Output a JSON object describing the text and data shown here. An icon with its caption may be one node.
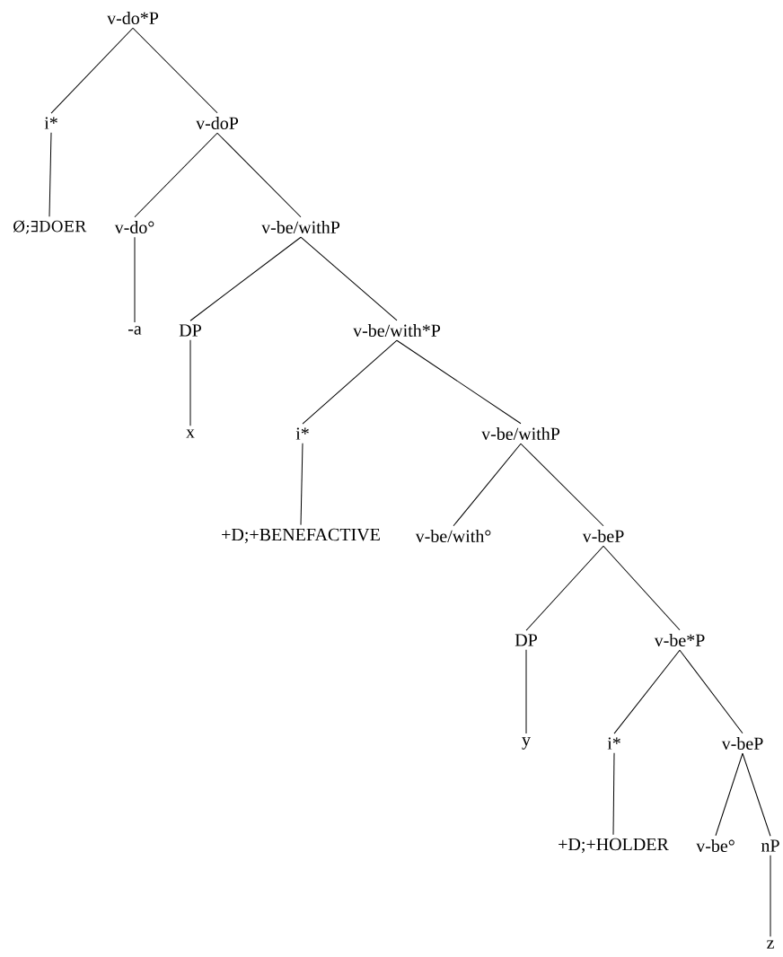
{
  "diagram": {
    "nodes": [
      {
        "text": [
          "v-do*P"
        ]
      },
      {
        "text": [
          "i*"
        ]
      },
      {
        "text": [
          "v-doP"
        ]
      },
      {
        "text": [
          "Ø;∃DOER"
        ]
      },
      {
        "text": [
          "v-do°"
        ]
      },
      {
        "text": [
          "v-be/withP"
        ]
      },
      {
        "text": [
          "-a"
        ]
      },
      {
        "text": [
          "DP"
        ]
      },
      {
        "text": [
          "v-be/with*P"
        ]
      },
      {
        "text": [
          "x"
        ]
      },
      {
        "text": [
          "i*"
        ]
      },
      {
        "text": [
          "v-be/withP"
        ]
      },
      {
        "text": [
          "+D;+BENEFACTIVE"
        ]
      },
      {
        "text": [
          "v-be/with°"
        ]
      },
      {
        "text": [
          "v-beP"
        ]
      },
      {
        "text": [
          "DP"
        ]
      },
      {
        "text": [
          "v-be*P"
        ]
      },
      {
        "text": [
          "y"
        ]
      },
      {
        "text": [
          "i*"
        ]
      },
      {
        "text": [
          "v-beP"
        ]
      },
      {
        "text": [
          "+D;+HOLDER"
        ]
      },
      {
        "text": [
          "v-be°"
        ]
      },
      {
        "text": [
          "nP"
        ]
      },
      {
        "text": [
          "z"
        ]
      }
    ],
    "edges": [
      {
        "from": 0,
        "to": 1,
        "arrow": "none"
      },
      {
        "from": 0,
        "to": 2,
        "arrow": "none"
      },
      {
        "from": 1,
        "to": 3,
        "arrow": "none"
      },
      {
        "from": 2,
        "to": 4,
        "arrow": "none"
      },
      {
        "from": 2,
        "to": 5,
        "arrow": "none"
      },
      {
        "from": 4,
        "to": 6,
        "arrow": "none"
      },
      {
        "from": 5,
        "to": 7,
        "arrow": "none"
      },
      {
        "from": 5,
        "to": 8,
        "arrow": "none"
      },
      {
        "from": 7,
        "to": 9,
        "arrow": "none"
      },
      {
        "from": 8,
        "to": 10,
        "arrow": "none"
      },
      {
        "from": 8,
        "to": 11,
        "arrow": "none"
      },
      {
        "from": 10,
        "to": 12,
        "arrow": "none"
      },
      {
        "from": 11,
        "to": 13,
        "arrow": "none"
      },
      {
        "from": 11,
        "to": 14,
        "arrow": "none"
      },
      {
        "from": 14,
        "to": 15,
        "arrow": "none"
      },
      {
        "from": 14,
        "to": 16,
        "arrow": "none"
      },
      {
        "from": 15,
        "to": 17,
        "arrow": "none"
      },
      {
        "from": 16,
        "to": 18,
        "arrow": "none"
      },
      {
        "from": 16,
        "to": 19,
        "arrow": "none"
      },
      {
        "from": 18,
        "to": 20,
        "arrow": "none"
      },
      {
        "from": 19,
        "to": 21,
        "arrow": "none"
      },
      {
        "from": 19,
        "to": 22,
        "arrow": "none"
      },
      {
        "from": 22,
        "to": 23,
        "arrow": "none"
      }
    ]
  }
}
